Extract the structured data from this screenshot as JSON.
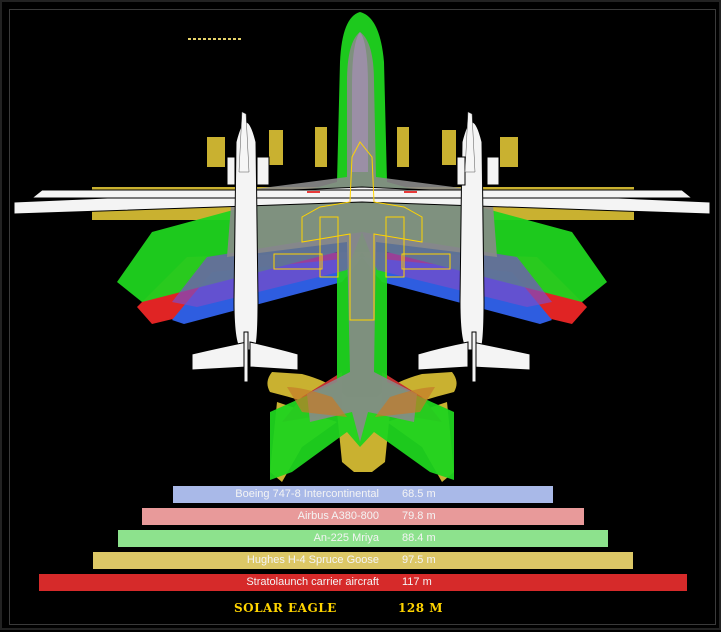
{
  "colors": {
    "boeing": "#a9b9e8",
    "airbus": "#e89a9a",
    "antonov": "#8de28d",
    "goose": "#dcc766",
    "stratolaunch": "#d62a2a",
    "solar": "#ffd400"
  },
  "comparison": {
    "rows": [
      {
        "name": "Boeing 747-8 Intercontinental",
        "value": "68.5 m",
        "span_m": 68.5,
        "color_key": "boeing"
      },
      {
        "name": "Airbus A380-800",
        "value": "79.8 m",
        "span_m": 79.8,
        "color_key": "airbus"
      },
      {
        "name": "An-225 Mriya",
        "value": "88.4 m",
        "span_m": 88.4,
        "color_key": "antonov"
      },
      {
        "name": "Hughes H-4 Spruce Goose",
        "value": "97.5 m",
        "span_m": 97.5,
        "color_key": "goose"
      },
      {
        "name": "Stratolaunch carrier aircraft",
        "value": "117 m",
        "span_m": 117,
        "color_key": "stratolaunch"
      }
    ],
    "footer": {
      "name": "SOLAR EAGLE",
      "value": "128 M",
      "span_m": 128
    }
  }
}
